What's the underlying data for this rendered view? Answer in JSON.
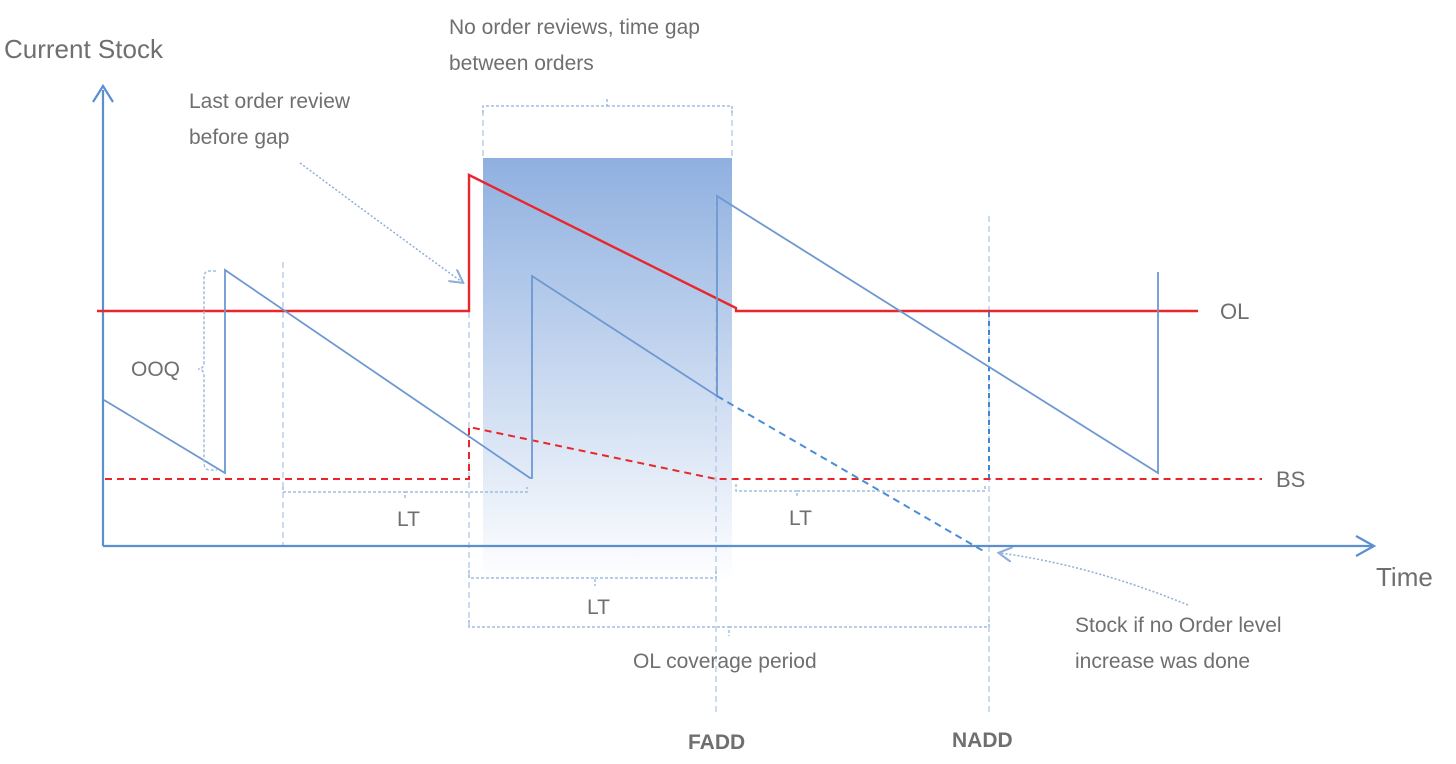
{
  "labels": {
    "y_axis": "Current Stock",
    "x_axis": "Time",
    "ol": "OL",
    "bs": "BS",
    "ooq": "OOQ",
    "lt_1": "LT",
    "lt_2": "LT",
    "lt_3": "LT",
    "gap_line1": "No order reviews, time gap",
    "gap_line2": "between orders",
    "last_review_line1": "Last order review",
    "last_review_line2": "before gap",
    "ol_coverage": "OL coverage period",
    "no_increase_line1": "Stock if no Order level",
    "no_increase_line2": "increase was done",
    "fadd": "FADD",
    "nadd": "NADD"
  },
  "colors": {
    "stock_line": "#6d98d2",
    "axis": "#5b8fd0",
    "order_level": "#e8262b",
    "gap_fill_top": "#8fb0e0",
    "gap_fill_bottom": "#ffffff",
    "text": "#6f6f6f"
  }
}
